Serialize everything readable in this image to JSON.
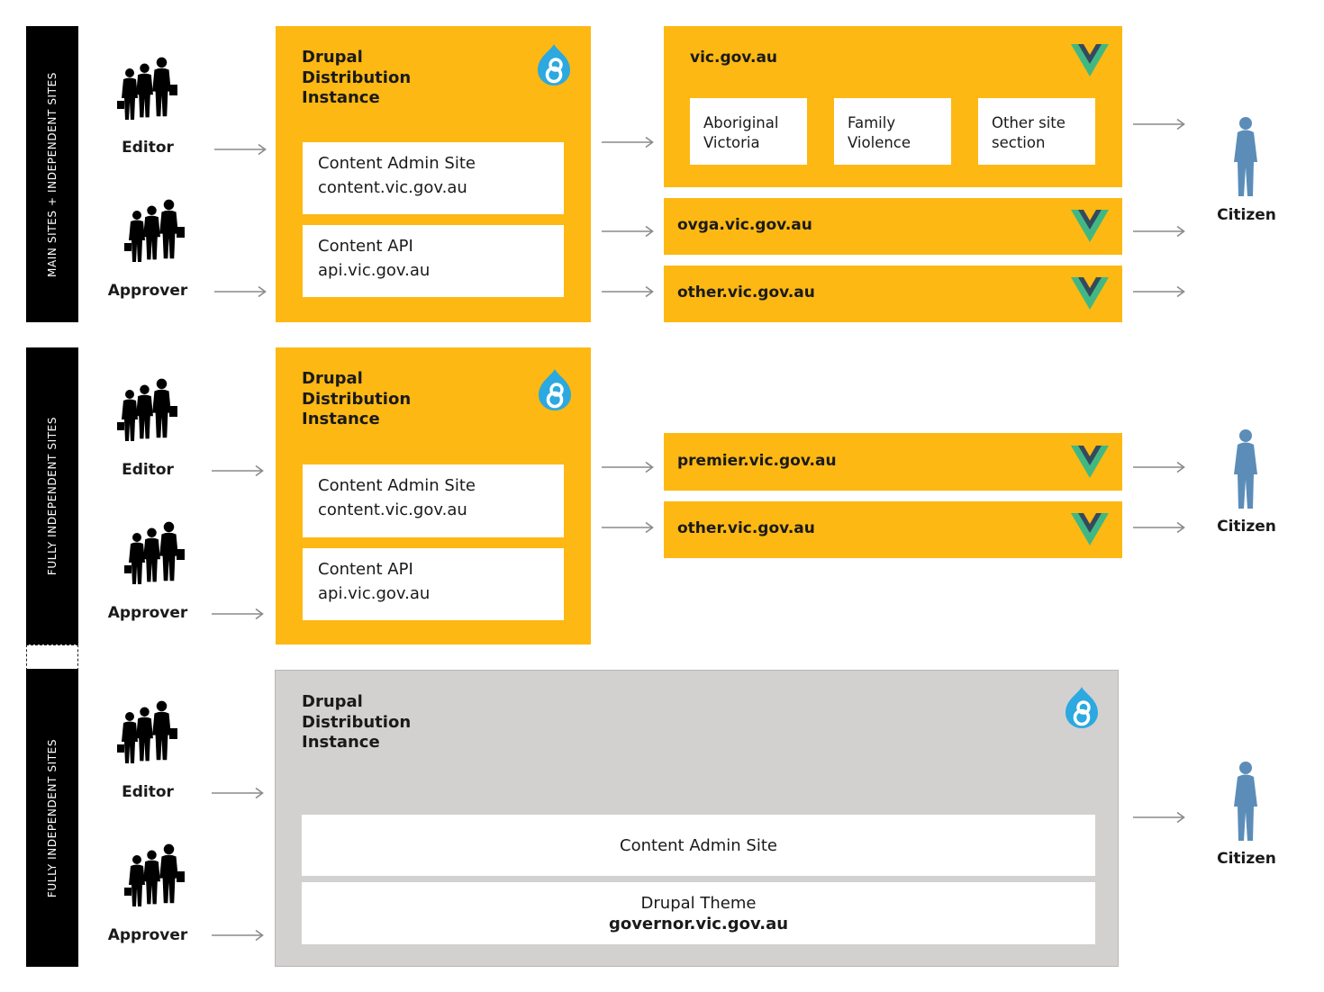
{
  "bands": [
    {
      "label": "MAIN SITES + INDEPENDENT SITES"
    },
    {
      "label": "FULLY INDEPENDENT SITES"
    },
    {
      "label": "FULLY INDEPENDENT SITES"
    }
  ],
  "roles": {
    "editor": "Editor",
    "approver": "Approver",
    "citizen": "Citizen"
  },
  "rows": [
    {
      "drupal": {
        "title": "Drupal\nDistribution\nInstance",
        "card1": {
          "line1": "Content Admin Site",
          "line2": "content.vic.gov.au"
        },
        "card2": {
          "line1": "Content API",
          "line2": "api.vic.gov.au"
        }
      },
      "main_site": {
        "name": "vic.gov.au",
        "sections": [
          "Aboriginal\nVictoria",
          "Family\nViolence",
          "Other site\nsection"
        ]
      },
      "sites": [
        "ovga.vic.gov.au",
        "other.vic.gov.au"
      ]
    },
    {
      "drupal": {
        "title": "Drupal\nDistribution\nInstance",
        "card1": {
          "line1": "Content Admin Site",
          "line2": "content.vic.gov.au"
        },
        "card2": {
          "line1": "Content API",
          "line2": "api.vic.gov.au"
        }
      },
      "sites": [
        "premier.vic.gov.au",
        "other.vic.gov.au"
      ]
    },
    {
      "drupal": {
        "title": "Drupal\nDistribution\nInstance",
        "card1": {
          "line1": "Content Admin Site"
        },
        "card2": {
          "line1": "Drupal Theme",
          "line2": "governor.vic.gov.au"
        }
      }
    }
  ],
  "colors": {
    "accent": "#fdb813",
    "grey_box": "#d2d1d0",
    "citizen": "#5b8db8",
    "drupal_blue": "#2ba9e0",
    "vue_green": "#41b883",
    "vue_dark": "#35495e"
  },
  "icons": {
    "people": "people-group-icon",
    "citizen": "citizen-icon",
    "drupal": "drupal-8-logo-icon",
    "vue": "vue-logo-icon",
    "arrow": "arrow-right-icon"
  }
}
